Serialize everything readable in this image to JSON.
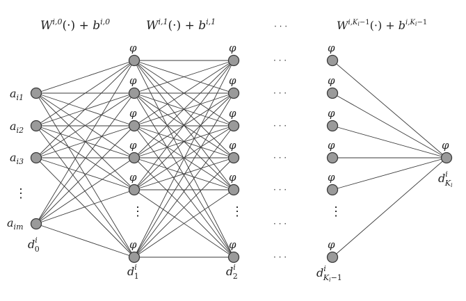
{
  "headers": {
    "layer0": {
      "w": "W",
      "wsup": "i,0",
      "mid": "(·) + ",
      "b": "b",
      "bsup": "i,0"
    },
    "layer1": {
      "w": "W",
      "wsup": "i,1",
      "mid": "(·) + ",
      "b": "b",
      "bsup": "i,1"
    },
    "dots": "· · ·",
    "last": {
      "w": "W",
      "wsup": "i,K",
      "wsupsub": "i",
      "wsupend": "−1",
      "mid": "(·) + ",
      "b": "b",
      "bsup": "i,K",
      "bsupsub": "i",
      "bsupend": "−1"
    }
  },
  "inputs": [
    {
      "a": "a",
      "sub": "i1"
    },
    {
      "a": "a",
      "sub": "i2"
    },
    {
      "a": "a",
      "sub": "i3"
    },
    {
      "a": "a",
      "sub": "im"
    }
  ],
  "activation": "φ",
  "vdots": "⋮",
  "hdots": "· · ·",
  "dim_labels": {
    "d0": {
      "d": "d",
      "sup": "i",
      "sub": "0"
    },
    "d1": {
      "d": "d",
      "sup": "i",
      "sub": "1"
    },
    "d2": {
      "d": "d",
      "sup": "i",
      "sub": "2"
    },
    "dk1": {
      "d": "d",
      "sup": "i",
      "sub": "K",
      "subsub": "i",
      "subend": "−1"
    },
    "dk": {
      "d": "d",
      "sup": "i",
      "sub": "K",
      "subsub": "i"
    }
  }
}
